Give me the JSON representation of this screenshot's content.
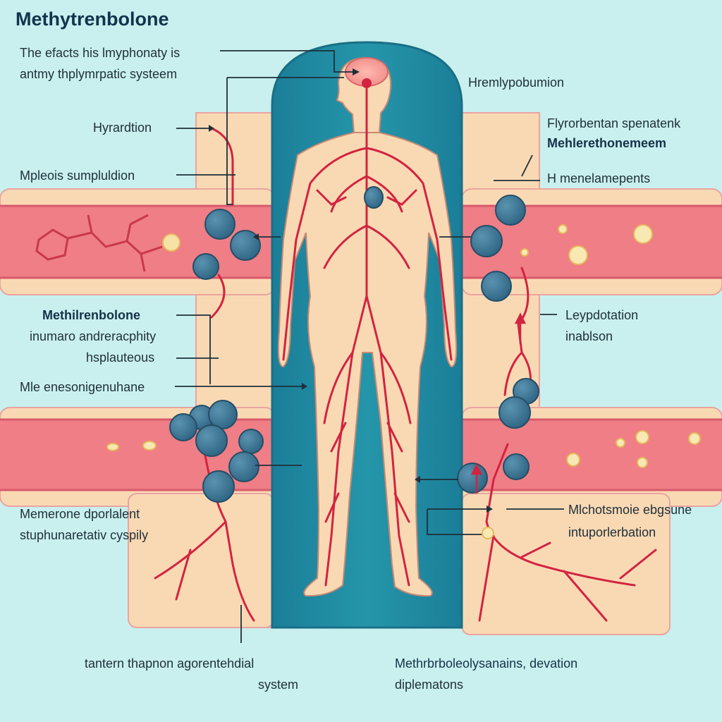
{
  "title": "Methytrenbolone",
  "labels": {
    "top_left_1": "The efacts his lmyphonaty is",
    "top_left_2": "antmy thplymrpatic systeem",
    "top_right": "Hremlypobumion",
    "hyrdation": "Hyrardtion",
    "mpleois": "Mpleois sumpluldion",
    "flyrob_1": "Flyrorbentan spenatenk",
    "flyrob_2": "Mehlerethonemeem",
    "h_menela": "H menelamepents",
    "methil_1": "Methilrenbolone",
    "methil_2": "inumaro andreracphity",
    "methil_3": "hsplauteous",
    "mle": "Mle enesonigenuhane",
    "leyp_1": "Leypdotation",
    "leyp_2": "inablson",
    "memerone_1": "Memerone dporlalent",
    "memerone_2": "stuphunaretativ cyspily",
    "mlchot_1": "Mlchotsmoie ebgsune",
    "mlchot_2": "intuporlerbation",
    "tantern_1": "tantern thapnon agorentehdial",
    "tantern_2": "system",
    "bottom_right_1": "Methrbrboleolysanains, devation",
    "bottom_right_2": "diplematons"
  },
  "colors": {
    "background": "#c9f0ee",
    "panel_teal": "#1f8aa0",
    "skin": "#f9d9b4",
    "vessel_pink": "#ef7e86",
    "vein_red": "#d3233f",
    "node_blue": "#3c7390"
  }
}
